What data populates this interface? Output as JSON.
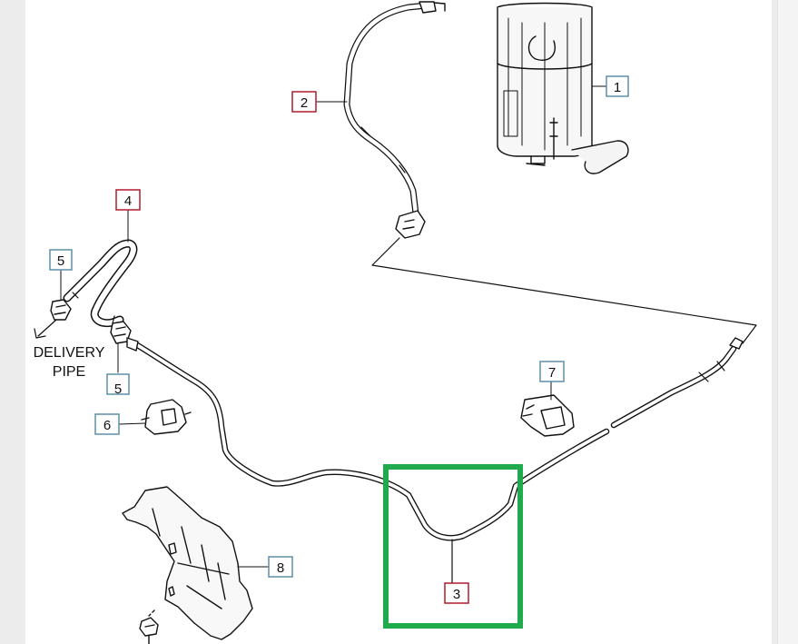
{
  "diagram": {
    "callouts": [
      {
        "id": "1",
        "label": "1",
        "color": "#5b8fa8"
      },
      {
        "id": "2",
        "label": "2",
        "color": "#b01c2e"
      },
      {
        "id": "3",
        "label": "3",
        "color": "#b01c2e"
      },
      {
        "id": "4",
        "label": "4",
        "color": "#b01c2e"
      },
      {
        "id": "5a",
        "label": "5",
        "color": "#5b8fa8"
      },
      {
        "id": "5b",
        "label": "5",
        "color": "#5b8fa8"
      },
      {
        "id": "6",
        "label": "6",
        "color": "#5b8fa8"
      },
      {
        "id": "7",
        "label": "7",
        "color": "#5b8fa8"
      },
      {
        "id": "8",
        "label": "8",
        "color": "#5b8fa8"
      }
    ],
    "note_line1": "DELIVERY",
    "note_line2": "PIPE",
    "highlight_color": "#1faa4b"
  }
}
